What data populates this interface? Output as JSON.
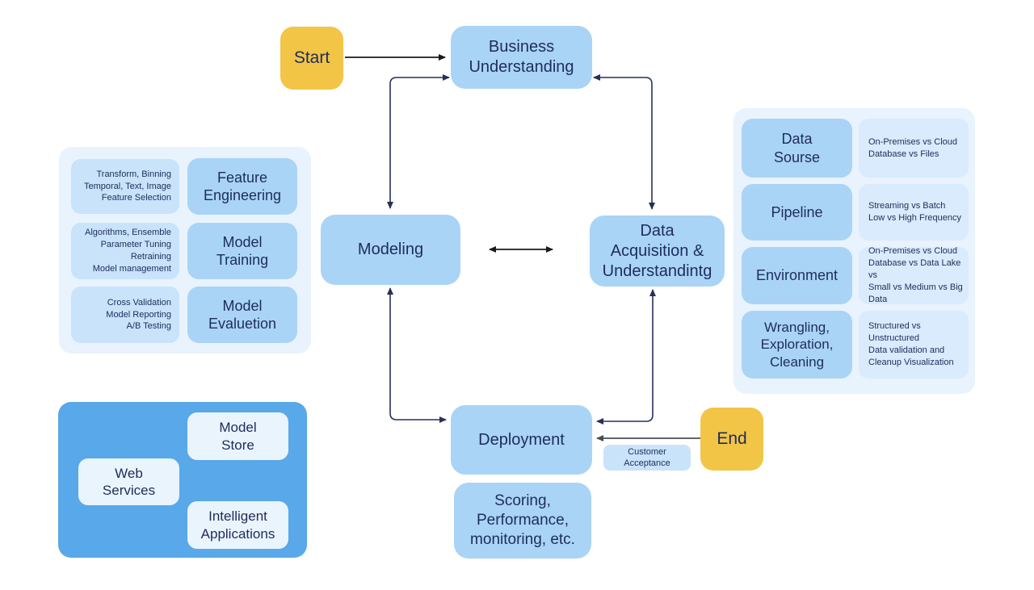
{
  "colors": {
    "bg": "#ffffff",
    "node_blue": "#a9d4f6",
    "panel_blue": "#e9f3fd",
    "light_blue_box": "#c9e3fa",
    "desc_blue_box": "#d9ebfc",
    "accent_yellow": "#f2c546",
    "deployment_panel_blue": "#58a8ea",
    "inner_light_box": "#eaf4fd",
    "text_navy": "#1e2c5c",
    "arrow_navy": "#253159",
    "arrow_black": "#1a1a1a",
    "arrow_gray": "#4d4d4d"
  },
  "nodes": {
    "start": {
      "label": "Start"
    },
    "business_understanding": {
      "label": "Business\nUnderstanding"
    },
    "modeling": {
      "label": "Modeling"
    },
    "data_acquisition": {
      "label": "Data\nAcquisition &\nUnderstandintg"
    },
    "deployment": {
      "label": "Deployment"
    },
    "customer_acceptance": {
      "label": "Customer\nAcceptance"
    },
    "end": {
      "label": "End"
    },
    "scoring": {
      "label": "Scoring,\nPerformance,\nmonitoring, etc."
    }
  },
  "left_panel": {
    "rows": [
      {
        "details": "Transform, Binning\nTemporal, Text, Image\nFeature Selection",
        "label": "Feature\nEngineering"
      },
      {
        "details": "Algorithms, Ensemble\nParameter Tuning\nRetraining\nModel management",
        "label": "Model\nTraining"
      },
      {
        "details": "Cross Validation\nModel Reporting\nA/B Testing",
        "label": "Model\nEvaluetion"
      }
    ]
  },
  "right_panel": {
    "rows": [
      {
        "label": "Data\nSourse",
        "details": "On-Premises vs Cloud\nDatabase vs Files"
      },
      {
        "label": "Pipeline",
        "details": "Streaming vs Batch\nLow vs High Frequency"
      },
      {
        "label": "Environment",
        "details": "On-Premises vs Cloud\nDatabase vs Data Lake vs\nSmall vs Medium vs Big\nData"
      },
      {
        "label": "Wrangling,\nExploration,\nCleaning",
        "details": "Structured vs\nUnstructured\nData validation and\nCleanup Visualization"
      }
    ]
  },
  "deployment_panel": {
    "model_store": "Model\nStore",
    "web_services": "Web\nServices",
    "intelligent_applications": "Intelligent\nApplications"
  }
}
